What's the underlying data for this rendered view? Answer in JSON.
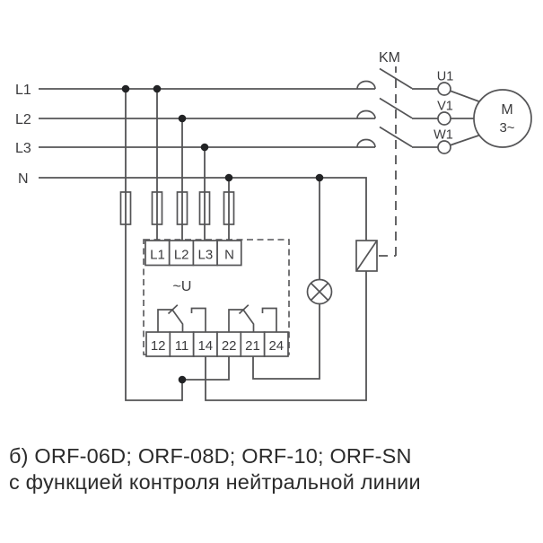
{
  "diagram": {
    "bus_labels": [
      "L1",
      "L2",
      "L3",
      "N"
    ],
    "contactor_label": "KM",
    "motor_terminals": [
      "U1",
      "V1",
      "W1"
    ],
    "motor_label": "M",
    "motor_phase": "3~",
    "device": {
      "inputs": [
        "L1",
        "L2",
        "L3",
        "N"
      ],
      "voltage_label": "~U",
      "outputs": [
        "12",
        "11",
        "14",
        "22",
        "21",
        "24"
      ]
    }
  },
  "caption": {
    "line1": "б) ORF-06D; ORF-08D; ORF-10; ORF-SN",
    "line2": "с функцией контроля нейтральной линии"
  },
  "colors": {
    "line": "#545456",
    "text": "#3b3b3d",
    "caption": "#2b2b2b",
    "bg": "#ffffff"
  }
}
